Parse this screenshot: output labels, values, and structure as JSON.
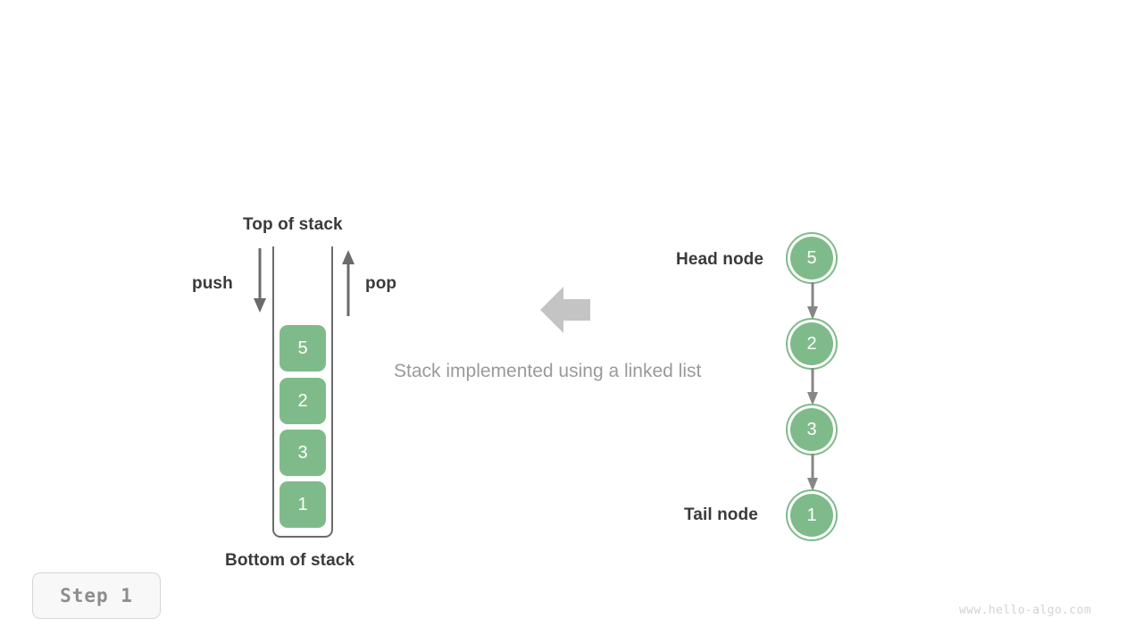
{
  "diagram": {
    "caption": "Stack implemented using a linked list",
    "transform_arrow_direction": "left",
    "accent_green": "#7fbb8a",
    "arrow_gray": "#6b6b6b",
    "muted_gray": "#9a9a9a"
  },
  "stack": {
    "top_label": "Top of stack",
    "bottom_label": "Bottom of stack",
    "push_label": "push",
    "pop_label": "pop",
    "cells": [
      {
        "value": "5"
      },
      {
        "value": "2"
      },
      {
        "value": "3"
      },
      {
        "value": "1"
      }
    ]
  },
  "linked_list": {
    "head_label": "Head node",
    "tail_label": "Tail node",
    "nodes": [
      {
        "value": "5"
      },
      {
        "value": "2"
      },
      {
        "value": "3"
      },
      {
        "value": "1"
      }
    ]
  },
  "footer": {
    "step_label": "Step 1",
    "watermark": "www.hello-algo.com"
  }
}
